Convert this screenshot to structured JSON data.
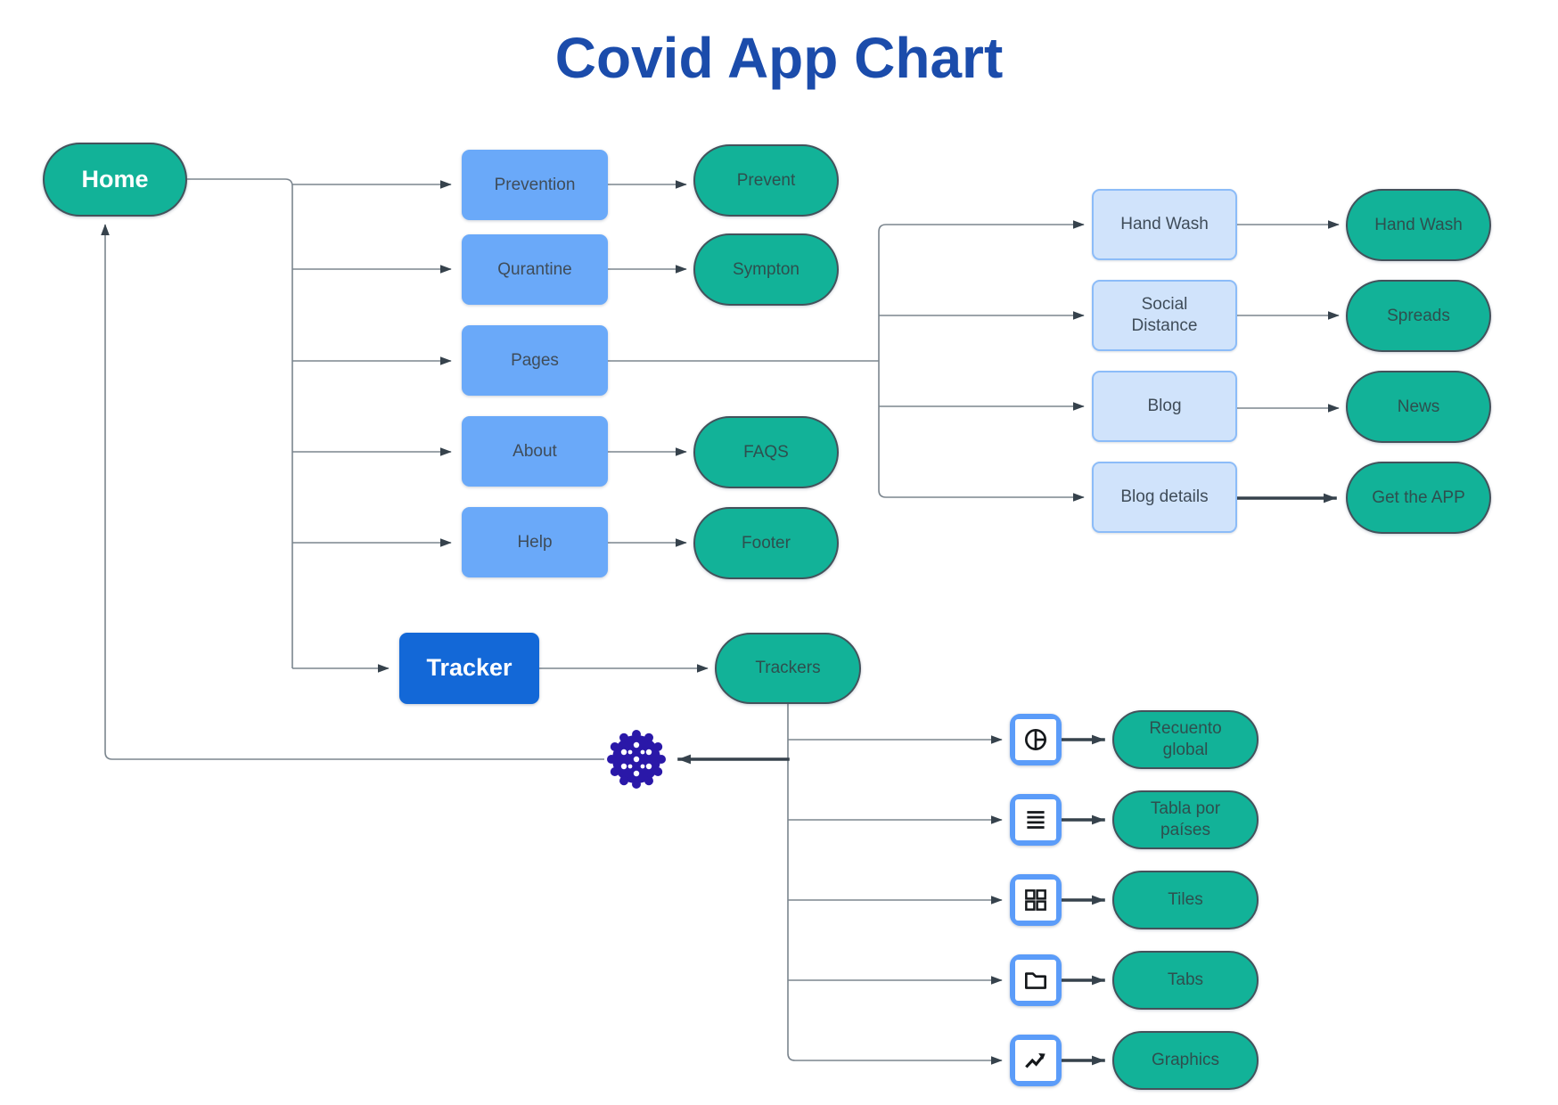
{
  "title": "Covid App Chart",
  "nodes": {
    "home": {
      "label": "Home",
      "type": "pill-green"
    },
    "prevention": {
      "label": "Prevention",
      "type": "rect-blue"
    },
    "qurantine": {
      "label": "Qurantine",
      "type": "rect-blue"
    },
    "pages": {
      "label": "Pages",
      "type": "rect-blue"
    },
    "about": {
      "label": "About",
      "type": "rect-blue"
    },
    "help": {
      "label": "Help",
      "type": "rect-blue"
    },
    "prevent": {
      "label": "Prevent",
      "type": "pill-green"
    },
    "sympton": {
      "label": "Sympton",
      "type": "pill-green"
    },
    "faqs": {
      "label": "FAQS",
      "type": "pill-green"
    },
    "footer": {
      "label": "Footer",
      "type": "pill-green"
    },
    "tracker": {
      "label": "Tracker",
      "type": "rect-strong-blue"
    },
    "trackers": {
      "label": "Trackers",
      "type": "pill-green"
    },
    "hand_wash_page": {
      "label": "Hand Wash",
      "type": "rect-light-blue"
    },
    "social_distance": {
      "label": "Social Distance",
      "type": "rect-light-blue"
    },
    "blog": {
      "label": "Blog",
      "type": "rect-light-blue"
    },
    "blog_details": {
      "label": "Blog details",
      "type": "rect-light-blue"
    },
    "hand_wash": {
      "label": "Hand Wash",
      "type": "pill-green"
    },
    "spreads": {
      "label": "Spreads",
      "type": "pill-green"
    },
    "news": {
      "label": "News",
      "type": "pill-green"
    },
    "get_the_app": {
      "label": "Get the APP",
      "type": "pill-green"
    },
    "recuento_global": {
      "label": "Recuento global",
      "type": "pill-green"
    },
    "tabla_por_paises": {
      "label": "Tabla por países",
      "type": "pill-green"
    },
    "tiles": {
      "label": "Tiles",
      "type": "pill-green"
    },
    "tabs": {
      "label": "Tabs",
      "type": "pill-green"
    },
    "graphics": {
      "label": "Graphics",
      "type": "pill-green"
    }
  },
  "icons": [
    "pie-chart-icon",
    "list-icon",
    "grid-icon",
    "folder-icon",
    "trend-up-icon",
    "virus-icon"
  ],
  "colors": {
    "title_blue": "#1b4cab",
    "teal_green": "#12b298",
    "medium_blue": "#6aa9f9",
    "light_blue_fill": "#d0e3fb",
    "light_blue_border": "#8cbcf8",
    "strong_blue": "#1368d7",
    "icon_frame_blue": "#5b9cf9",
    "line_gray": "#7b858e",
    "line_dark": "#36424c",
    "virus_indigo": "#2a18a8"
  }
}
